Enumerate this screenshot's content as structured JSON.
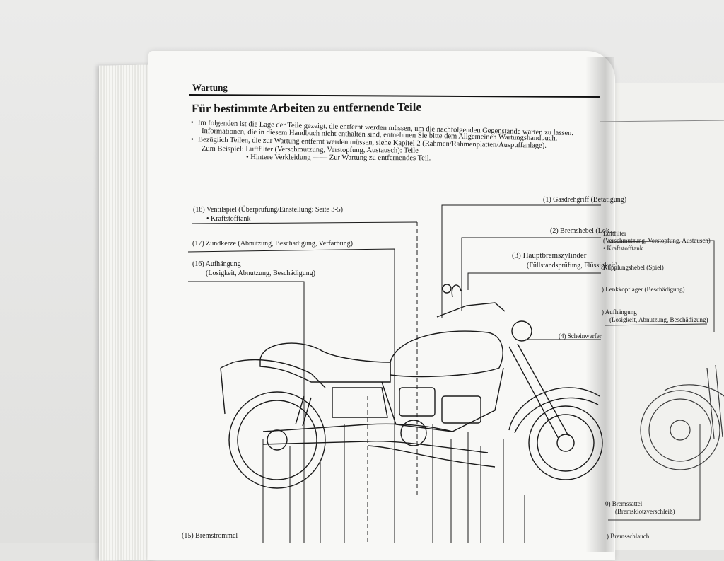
{
  "header": {
    "section": "Wartung"
  },
  "title": "Für bestimmte Arbeiten zu entfernende Teile",
  "intro": [
    {
      "bullet": "•",
      "text": "Im folgenden ist die Lage der Teile gezeigt, die entfernt werden müssen, um die nachfolgenden Gegenstände warten zu lassen."
    },
    {
      "bullet": "",
      "text": "Informationen, die in diesem Handbuch nicht enthalten sind, entnehmen Sie bitte dem Allgemeinen Wartungshandbuch."
    },
    {
      "bullet": "•",
      "text": "Bezüglich Teilen, die zur Wartung entfernt werden müssen, siehe Kapitel 2 (Rahmen/Rahmenplatten/Auspuffanlage)."
    },
    {
      "bullet": "",
      "text": "Zum Beispiel: Luftfilter (Verschmutzung, Verstopfung, Austausch): Teile"
    },
    {
      "bullet": "",
      "text": "• Hintere Verkleidung —— Zur Wartung zu entfernendes Teil."
    }
  ],
  "left_labels": {
    "l18": {
      "title": "(18) Ventilspiel (Überprüfung/Einstellung: Seite 3-5)",
      "sub": "• Kraftstofftank"
    },
    "l17": {
      "title": "(17) Zündkerze (Abnutzung, Beschädigung, Verfärbung)"
    },
    "l16": {
      "title": "(16) Aufhängung",
      "sub": "(Losigkeit, Abnutzung, Beschädigung)"
    },
    "l15": {
      "title": "(15) Bremstrommel"
    }
  },
  "right_labels": {
    "r1": "(1)  Gasdrehgriff (Betätigung)",
    "r2": "(2)  Bremshebel (Lok...",
    "r3": {
      "title": "(3)  Hauptbremszylinder",
      "sub": "(Füllstandsprüfung, Flüssigkeit)"
    },
    "r4": "(4)  Scheinwerfer"
  },
  "right_page": {
    "luftfilter": {
      "title": "Luftfilter",
      "sub": "(Verschmutzung, Verstopfung, Austausch)",
      "sub2": "• Kraftstofftank"
    },
    "kupplung": "Kupplungshebel (Spiel)",
    "lenkkopf": ") Lenkkopflager (Beschädigung)",
    "aufhaengung": {
      "title": ") Aufhängung",
      "sub": "(Losigkeit, Abnutzung, Beschädigung)"
    },
    "bremssattel": {
      "title": "0) Bremssattel",
      "sub": "(Bremsklotzverschleiß)"
    },
    "bremsschlauch": ") Bremsschlauch"
  },
  "colors": {
    "paper": "#f8f8f6",
    "ink": "#161616",
    "background": "#e4e4e2"
  }
}
